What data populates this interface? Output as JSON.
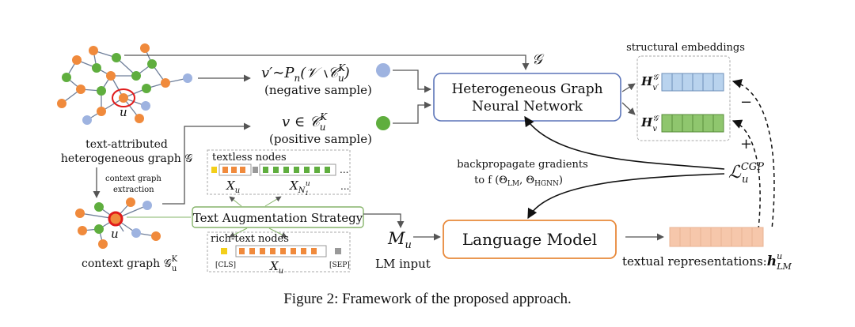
{
  "graph_label": "𝒢",
  "hgnn_line1": "Heterogeneous Graph",
  "hgnn_line2": "Neural Network",
  "lm_label": "Language Model",
  "structural_embeddings": "structural embeddings",
  "neg_formula": "v′∼P",
  "neg_formula_sub": "n",
  "neg_formula_rest": "(𝒱 ∖𝒞",
  "neg_formula_sub2": "u",
  "neg_formula_sup2": "K",
  "neg_formula_end": ")",
  "neg_sample": "(negative sample)",
  "pos_formula": "v ∈ 𝒞",
  "pos_formula_sub": "u",
  "pos_formula_sup": "K",
  "pos_sample": "(positive sample)",
  "tag_line1": "text-attributed",
  "tag_line2": "heterogeneous graph 𝒢",
  "extraction_line1": "context graph",
  "extraction_line2": "extraction",
  "context_graph": "context graph 𝒢",
  "context_graph_sub": "u",
  "context_graph_sup": "K",
  "node_u": "u",
  "textless_nodes": "textless nodes",
  "rich_text_nodes": "rich-text nodes",
  "x_u": "X",
  "x_u_sub": "u",
  "x_n": "X",
  "x_n_sub": "N",
  "x_n_subsub": "1",
  "x_n_sup": "u",
  "ellipsis": "...",
  "cls": "[CLS]",
  "sep": "[SEP]",
  "tas": "Text Augmentation Strategy",
  "m_u": "M",
  "m_u_sub": "u",
  "lm_input": "LM input",
  "backprop_line1": "backpropagate gradients",
  "backprop_line2": "to f (Θ",
  "backprop_sub1": "LM",
  "backprop_mid": ", Θ",
  "backprop_sub2": "HGNN",
  "backprop_end": ")",
  "loss": "ℒ",
  "loss_sup": "CGP",
  "loss_sub": "u",
  "h_vprime": "H",
  "h_vprime_sup": "𝒢",
  "h_vprime_sub": "v′",
  "h_v": "H",
  "h_v_sup": "𝒢",
  "h_v_sub": "v",
  "minus": "−",
  "plus": "+",
  "textual_repr": "textual representations:",
  "h_lm": "h",
  "h_lm_sup": "u",
  "h_lm_sub": "LM",
  "caption": "Figure 2: Framework of the proposed approach.",
  "colors": {
    "node_orange": "#f08a3c",
    "node_green": "#5fae3e",
    "node_blue": "#9eb3e0",
    "hgnn_border": "#5b74b8",
    "lm_border": "#e8893a",
    "emb_blue": "#b9d3ee",
    "emb_green": "#8fc66e",
    "emb_peach": "#f6c7ab",
    "tas_border": "#86b46a",
    "red_ring": "#e01b1b"
  }
}
